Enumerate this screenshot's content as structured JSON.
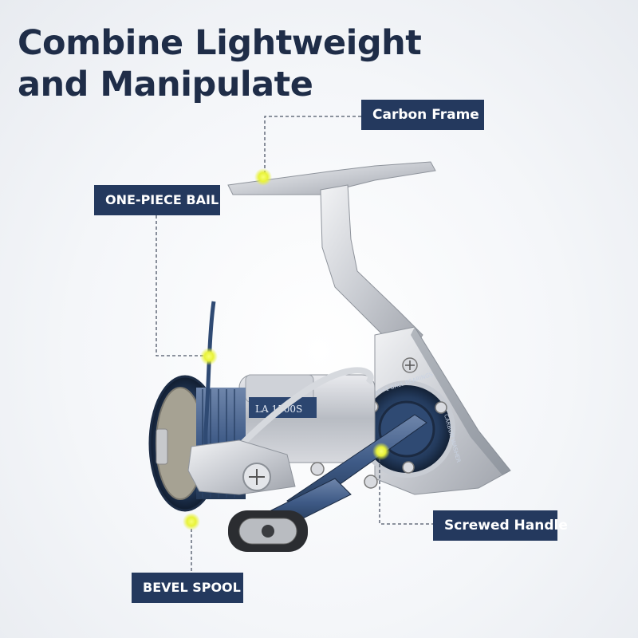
{
  "headline": {
    "line1": "Combine Lightweight",
    "line2": "and Manipulate"
  },
  "callouts": {
    "carbon_frame": "Carbon Frame",
    "one_piece_bail": "ONE-PIECE BAIL",
    "screwed_handle": "Screwed Handle",
    "bevel_spool": "BEVEL SPOOL"
  },
  "reel": {
    "model_label": "LA 1500S",
    "bearing_ring_text": "10+1 BALL BEARINGS",
    "side_ring_text": "CARBON WASHER"
  },
  "colors": {
    "tag_background": "#24395e",
    "headline": "#1f2d48",
    "accent_blue": "#3e5a86",
    "marker": "#e8f23a"
  }
}
